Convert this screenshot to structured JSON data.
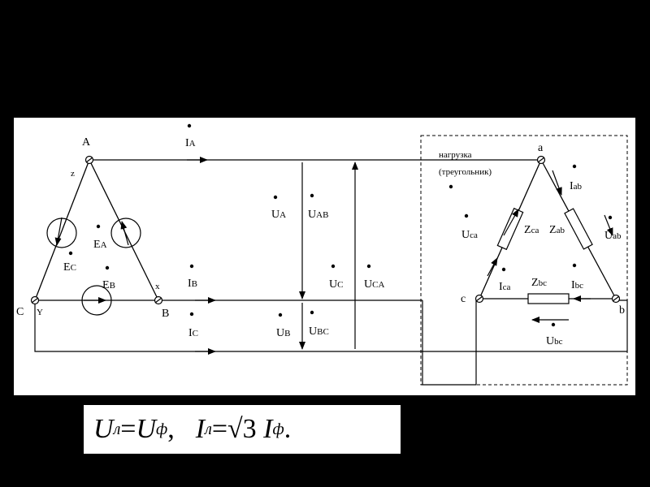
{
  "diagram": {
    "source_labels": {
      "A": "A",
      "z": "z",
      "x": "x",
      "C": "C",
      "Y": "Y",
      "B": "B",
      "EA": "E",
      "EA_sub": "A",
      "EB": "E",
      "EB_sub": "B",
      "EC": "E",
      "EC_sub": "C"
    },
    "line_labels": {
      "IA": "I",
      "IA_sub": "A",
      "IB": "I",
      "IB_sub": "B",
      "IC": "I",
      "IC_sub": "C",
      "UA": "U",
      "UA_sub": "A",
      "UB": "U",
      "UB_sub": "B",
      "UC": "U",
      "UC_sub": "C",
      "UAB": "U",
      "UAB_sub": "AB",
      "UBC": "U",
      "UBC_sub": "BC",
      "UCA": "U",
      "UCA_sub": "CA"
    },
    "load": {
      "title_line1": "нагрузка",
      "title_line2": "(треугольник)",
      "a": "a",
      "b": "b",
      "c": "c",
      "Iab": "I",
      "Iab_sub": "ab",
      "Ibc": "I",
      "Ibc_sub": "bc",
      "Ica": "I",
      "Ica_sub": "ca",
      "Uab": "U",
      "Uab_sub": "ab",
      "Ubc": "U",
      "Ubc_sub": "bc",
      "Uca": "U",
      "Uca_sub": "ca",
      "Zab": "Z",
      "Zab_sub": "ab",
      "Zbc": "Z",
      "Zbc_sub": "bc",
      "Zca": "Z",
      "Zca_sub": "ca"
    }
  },
  "formula": {
    "U": "U",
    "l": "л",
    "eq": "=",
    "f": "ф",
    "comma": ",",
    "I": "I",
    "sqrt": "√3",
    "period": "."
  }
}
